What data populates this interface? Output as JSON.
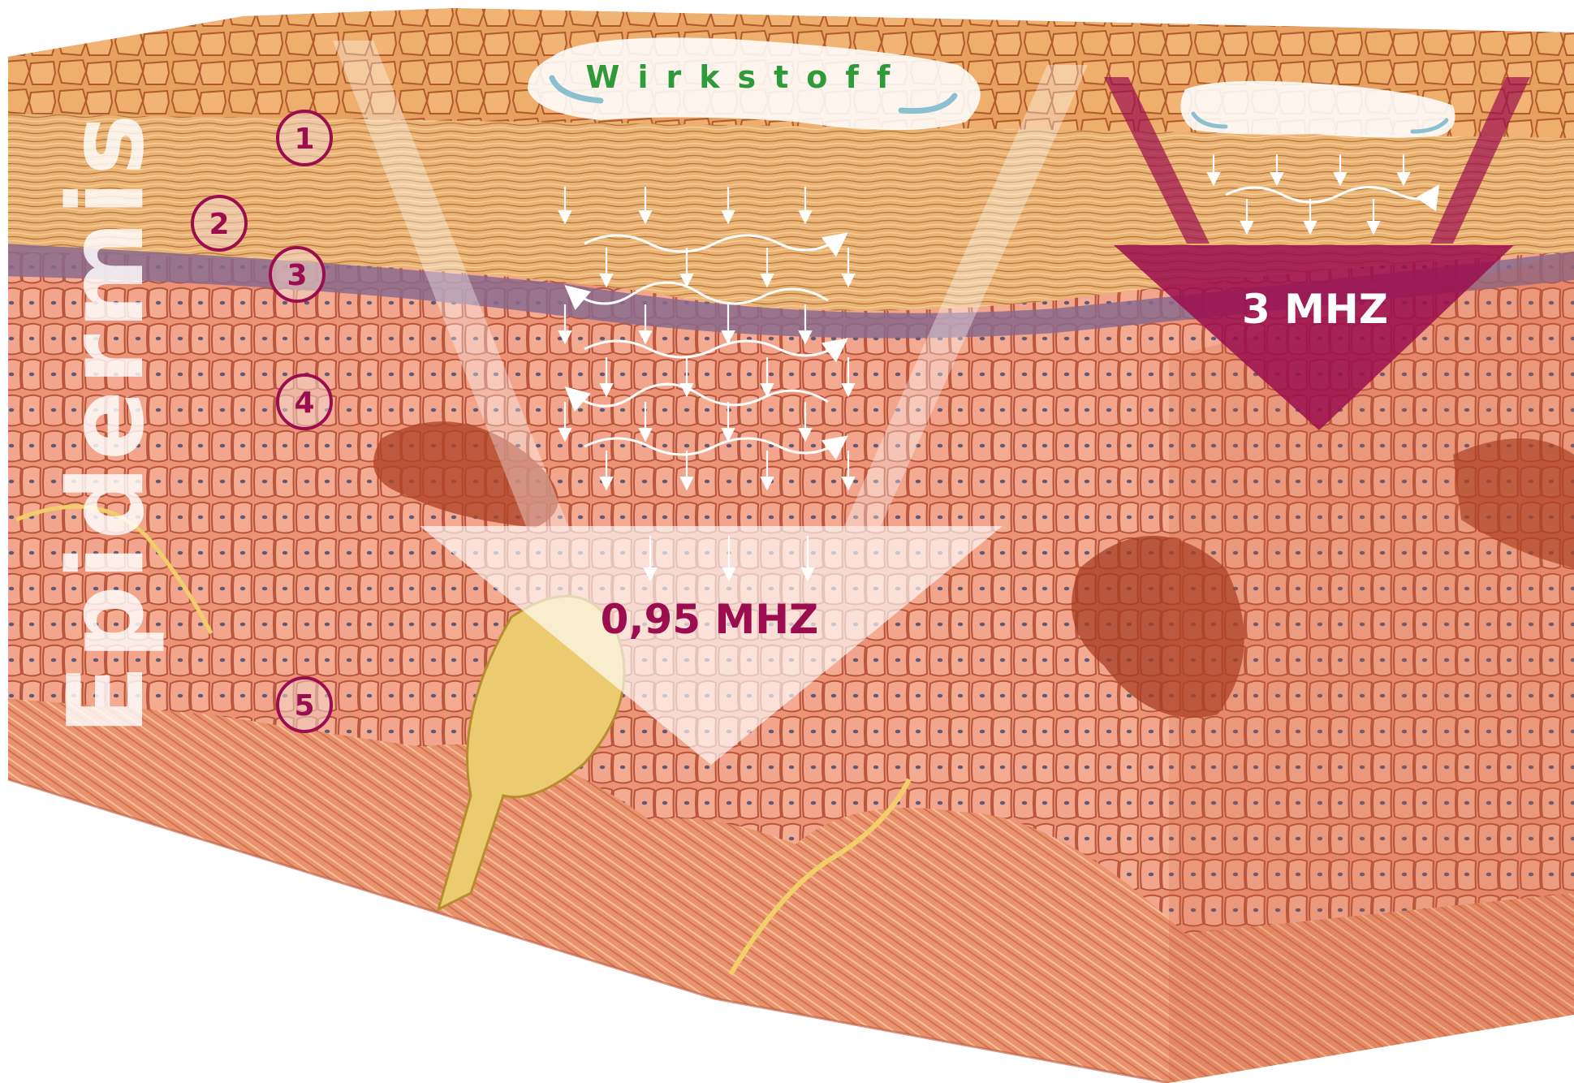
{
  "title_vertical": "Epidermis",
  "layer_markers": [
    "1",
    "2",
    "3",
    "4",
    "5"
  ],
  "substance_label": "Wirkstoff",
  "freq_low_label": "0,95 MHZ",
  "freq_high_label": "3 MHZ",
  "colors": {
    "maroon": "#9b0d4e",
    "green_text": "#2e9a3a",
    "skin_base": "#e58a6c",
    "cell_fill": "#f0a08a",
    "cell_line": "#b8573e",
    "stratum_band": "#e8b470",
    "purple_band": "#8a5f86",
    "white": "#ffffff"
  }
}
